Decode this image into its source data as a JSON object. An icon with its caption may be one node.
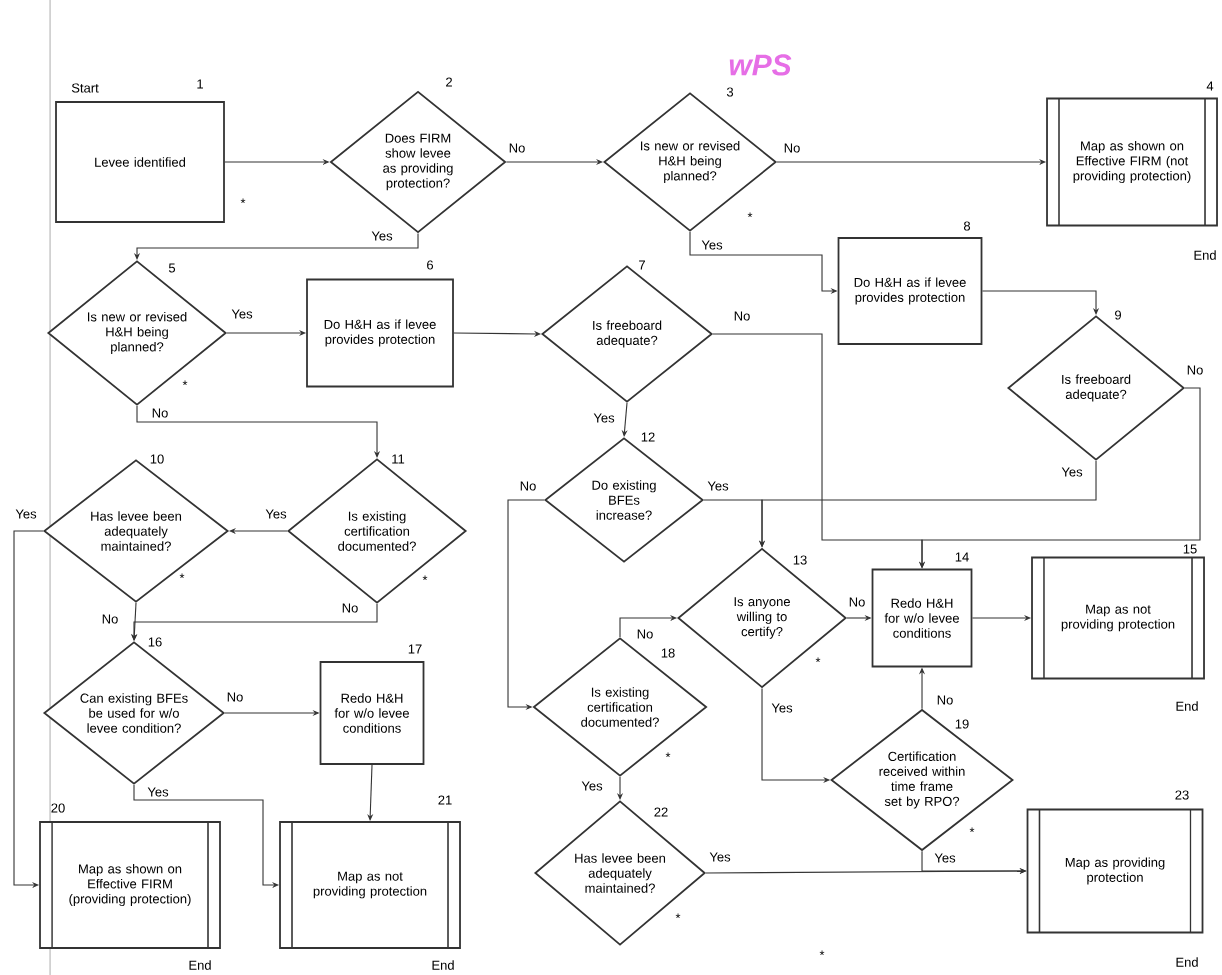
{
  "diagram": {
    "nodes": [
      {
        "text": [
          "Levee identified"
        ],
        "beside": [
          "Start",
          "1",
          "*"
        ]
      },
      {
        "text": [
          "Does FIRM show levee as providing protection?"
        ],
        "beside": [
          "2"
        ]
      },
      {
        "text": [
          "Is new or revised H&H being planned?"
        ],
        "beside": [
          "3",
          "*"
        ]
      },
      {
        "text": [
          "Map as shown on Effective FIRM (not providing protection)"
        ],
        "beside": [
          "4",
          "End"
        ]
      },
      {
        "text": [
          "Is new or revised H&H being planned?"
        ],
        "beside": [
          "5",
          "*"
        ]
      },
      {
        "text": [
          "Do H&H as if levee provides protection"
        ],
        "beside": [
          "6"
        ]
      },
      {
        "text": [
          "Is freeboard adequate?"
        ],
        "beside": [
          "7"
        ]
      },
      {
        "text": [
          "Do H&H as if levee provides protection"
        ],
        "beside": [
          "8"
        ]
      },
      {
        "text": [
          "Is freeboard adequate?"
        ],
        "beside": [
          "9"
        ]
      },
      {
        "text": [
          "Has levee been adequately maintained?"
        ],
        "beside": [
          "10",
          "*"
        ]
      },
      {
        "text": [
          "Is existing certification documented?"
        ],
        "beside": [
          "11",
          "*"
        ]
      },
      {
        "text": [
          "Do existing BFEs increase?"
        ],
        "beside": [
          "12"
        ]
      },
      {
        "text": [
          "Is anyone willing to certify?"
        ],
        "beside": [
          "13",
          "*"
        ]
      },
      {
        "text": [
          "Redo H&H for w/o levee conditions"
        ],
        "beside": [
          "14"
        ]
      },
      {
        "text": [
          "Map as not providing protection"
        ],
        "beside": [
          "15",
          "End"
        ]
      },
      {
        "text": [
          "Can existing BFEs be used for w/o levee condition?"
        ],
        "beside": [
          "16"
        ]
      },
      {
        "text": [
          "Redo H&H for w/o levee conditions"
        ],
        "beside": [
          "17"
        ]
      },
      {
        "text": [
          "Is existing certification documented?"
        ],
        "beside": [
          "18",
          "*"
        ]
      },
      {
        "text": [
          "Certification received within time frame set by RPO?"
        ],
        "beside": [
          "19",
          "*"
        ]
      },
      {
        "text": [
          "Map as shown on Effective FIRM (providing protection)"
        ],
        "beside": [
          "20",
          "End"
        ]
      },
      {
        "text": [
          "Map as not providing protection"
        ],
        "beside": [
          "21",
          "End"
        ]
      },
      {
        "text": [
          "Has levee been adequately maintained?"
        ],
        "beside": [
          "22",
          "*"
        ]
      },
      {
        "text": [
          "Map as providing protection"
        ],
        "beside": [
          "23",
          "End"
        ]
      }
    ],
    "edges": [
      {
        "from": 0,
        "to": 1,
        "arrow": "to"
      },
      {
        "from": 1,
        "to": 2,
        "arrow": "to",
        "label": "No"
      },
      {
        "from": 2,
        "to": 3,
        "arrow": "to",
        "label": "No"
      },
      {
        "from": 1,
        "to": 4,
        "arrow": "to",
        "label": "Yes"
      },
      {
        "from": 2,
        "to": 7,
        "arrow": "to",
        "label": "Yes"
      },
      {
        "from": 4,
        "to": 5,
        "arrow": "to",
        "label": "Yes"
      },
      {
        "from": 4,
        "to": 10,
        "arrow": "to",
        "label": "No"
      },
      {
        "from": 5,
        "to": 6,
        "arrow": "to"
      },
      {
        "from": 6,
        "to": 13,
        "arrow": "to",
        "label": "No"
      },
      {
        "from": 6,
        "to": 11,
        "arrow": "to",
        "label": "Yes"
      },
      {
        "from": 7,
        "to": 8,
        "arrow": "to"
      },
      {
        "from": 8,
        "to": 12,
        "arrow": "to",
        "label": "Yes"
      },
      {
        "from": 8,
        "to": 13,
        "arrow": "to",
        "label": "No"
      },
      {
        "from": 9,
        "to": 19,
        "arrow": "to",
        "label": "Yes"
      },
      {
        "from": 9,
        "to": 15,
        "arrow": "to",
        "label": "No"
      },
      {
        "from": 10,
        "to": 9,
        "arrow": "to",
        "label": "Yes"
      },
      {
        "from": 10,
        "to": 15,
        "arrow": "to",
        "label": "No"
      },
      {
        "from": 15,
        "to": 16,
        "arrow": "to",
        "label": "No"
      },
      {
        "from": 15,
        "to": 20,
        "arrow": "to",
        "label": "Yes"
      },
      {
        "from": 16,
        "to": 20,
        "arrow": "to"
      },
      {
        "from": 11,
        "to": 17,
        "arrow": "to",
        "label": "No"
      },
      {
        "from": 11,
        "to": 12,
        "arrow": "to",
        "label": "Yes"
      },
      {
        "from": 12,
        "to": 13,
        "arrow": "to",
        "label": "No"
      },
      {
        "from": 12,
        "to": 18,
        "arrow": "to",
        "label": "Yes"
      },
      {
        "from": 13,
        "to": 14,
        "arrow": "to"
      },
      {
        "from": 17,
        "to": 12,
        "arrow": "to",
        "label": "No"
      },
      {
        "from": 17,
        "to": 21,
        "arrow": "to",
        "label": "Yes"
      },
      {
        "from": 18,
        "to": 13,
        "arrow": "to",
        "label": "No"
      },
      {
        "from": 18,
        "to": 22,
        "arrow": "to",
        "label": "Yes"
      },
      {
        "from": 21,
        "to": 22,
        "arrow": "to",
        "label": "Yes"
      }
    ],
    "labels": [
      "wPS",
      "*"
    ]
  }
}
